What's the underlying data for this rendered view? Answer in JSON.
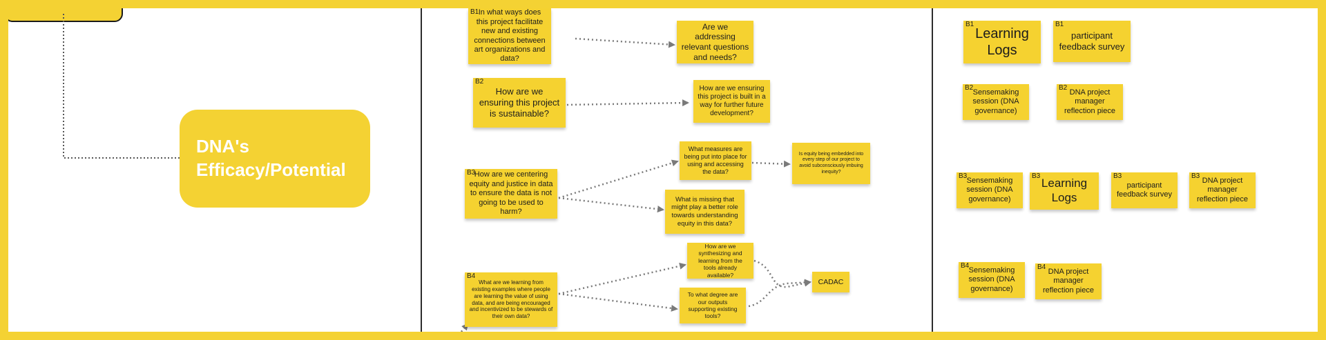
{
  "main_node": {
    "label": "DNA's Efficacy/Potential"
  },
  "questions": [
    {
      "tag": "B1",
      "text": "In what ways does this project facilitate new and existing connections between art organizations and data?"
    },
    {
      "tag": "B2",
      "text": "How are we ensuring this project is sustainable?"
    },
    {
      "tag": "B3",
      "text": "How are we centering equity and justice in data to ensure the data is not going to be used to harm?"
    },
    {
      "tag": "B4",
      "text": "What are we learning from existing examples where people are learning the value of using data, and are being encouraged and incentivized to be stewards of their own data?"
    }
  ],
  "followups": [
    {
      "text": "Are we addressing relevant questions and needs?"
    },
    {
      "text": "How are we ensuring this project is built in a way for further future development?"
    },
    {
      "text": "What measures are being put into place for using and accessing the data?"
    },
    {
      "text": "Is equity being embedded into every step of our project to avoid subconsciously imbuing inequity?"
    },
    {
      "text": "What is missing that might play a better role towards understanding equity in this data?"
    },
    {
      "text": "How are we synthesizing and learning from the tools already available?"
    },
    {
      "text": "To what degree are our outputs supporting existing tools?"
    },
    {
      "text": "CADAC"
    }
  ],
  "methods": [
    {
      "tag": "B1",
      "text": "Learning Logs"
    },
    {
      "tag": "B1",
      "text": "participant feedback survey"
    },
    {
      "tag": "B2",
      "text": "Sensemaking session (DNA governance)"
    },
    {
      "tag": "B2",
      "text": "DNA project manager reflection piece"
    },
    {
      "tag": "B3",
      "text": "Sensemaking session (DNA governance)"
    },
    {
      "tag": "B3",
      "text": "Learning Logs"
    },
    {
      "tag": "B3",
      "text": "participant feedback survey"
    },
    {
      "tag": "B3",
      "text": "DNA project manager reflection piece"
    },
    {
      "tag": "B4",
      "text": "Sensemaking session (DNA governance)"
    },
    {
      "tag": "B4",
      "text": "DNA project manager reflection piece"
    }
  ],
  "colors": {
    "frame": "#f4d233",
    "sticky": "#f5d230",
    "node": "#f4d233",
    "connector": "#7a7a7a"
  }
}
